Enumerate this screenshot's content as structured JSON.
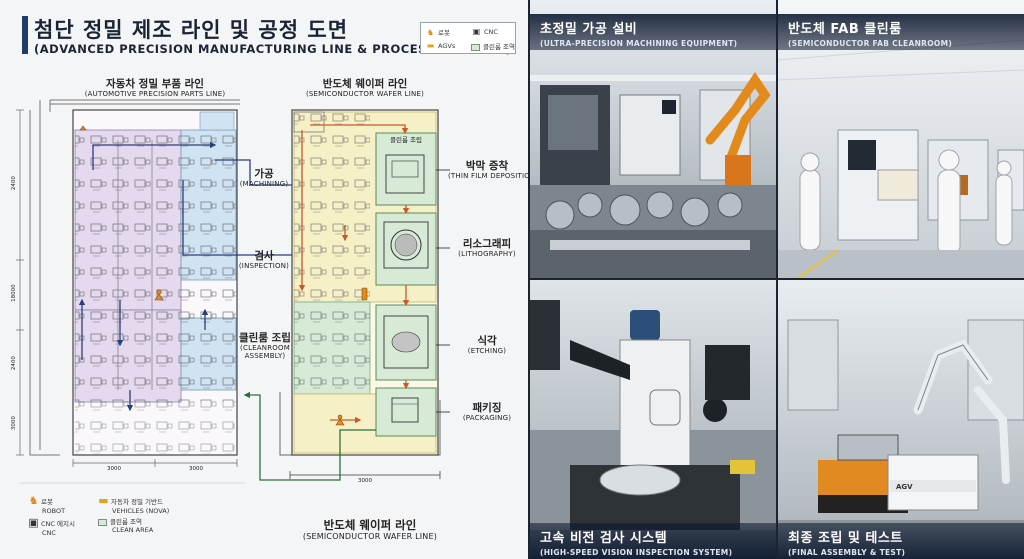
{
  "header": {
    "title_ko": "첨단 정밀 제조 라인 및 공정 도면",
    "title_en": "(ADVANCED PRECISION MANUFACTURING LINE & PROCESS DRAWING)"
  },
  "legend_top": {
    "robot": "로봇",
    "cnc": "CNC",
    "agv": "AGVs",
    "clean_area": "클린룸 조역"
  },
  "auto_line": {
    "ko": "자동차 정밀 부품 라인",
    "en": "(AUTOMOTIVE PRECISION PARTS LINE)"
  },
  "wafer_line_top": {
    "ko": "반도체 웨이퍼 라인",
    "en": "(SEMICONDUCTOR WAFER LINE)"
  },
  "wafer_line_bottom": {
    "ko": "반도체 웨이퍼 라인",
    "en": "(SEMICONDUCTOR WAFER LINE)"
  },
  "process_left": [
    {
      "ko": "가공",
      "en": "(MACHINING)"
    },
    {
      "ko": "검사",
      "en": "(INSPECTION)"
    },
    {
      "ko": "클린룸 조립",
      "en": "(CLEANROOM",
      "en2": "ASSEMBLY)"
    }
  ],
  "process_right": [
    {
      "ko": "박막 증착",
      "en": "(THIN FILM DEPOSITION)"
    },
    {
      "ko": "리소그래피",
      "en": "(LITHOGRAPHY)"
    },
    {
      "ko": "식각",
      "en": "(ETCHING)"
    },
    {
      "ko": "패키징",
      "en": "(PACKAGING)"
    }
  ],
  "wafer_room_label": "클린룸 조립",
  "dims": {
    "bottom_a": "3000",
    "bottom_b": "3000",
    "right_bottom": "3000",
    "left_a": "2400",
    "left_b": "18000",
    "left_c": "2400",
    "left_d": "3000"
  },
  "legend_bottom": {
    "robot_ko": "로봇",
    "robot_en": "ROBOT",
    "vehicle_ko": "자동차 정밀 기반드",
    "vehicle_en": "VEHICLES (NOVA)",
    "cnc_ko": "CNC 에지시",
    "cnc_en": "CNC",
    "clean_ko": "클린룸 조역",
    "clean_en": "CLEAN AREA"
  },
  "panels": [
    {
      "ko": "초정밀 가공 설비",
      "en": "(ULTRA-PRECISION MACHINING EQUIPMENT)"
    },
    {
      "ko": "반도체 FAB 클린룸",
      "en": "(SEMICONDUCTOR FAB CLEANROOM)"
    },
    {
      "ko": "고속 비전 검사 시스템",
      "en": "(HIGH-SPEED VISION INSPECTION SYSTEM)"
    },
    {
      "ko": "최종 조립 및 테스트",
      "en": "(FINAL ASSEMBLY & TEST)"
    }
  ],
  "agv_badge": "AGV",
  "colors": {
    "purple_zone": "#e4d9ef",
    "blue_zone": "#cfe3f3",
    "yellow_zone": "#f6f0c7",
    "green_zone": "#d6ead6",
    "flow_blue": "#27407a",
    "flow_orange": "#c9582a",
    "flow_green": "#2f6e3c",
    "robot_orange": "#e38a1d"
  }
}
